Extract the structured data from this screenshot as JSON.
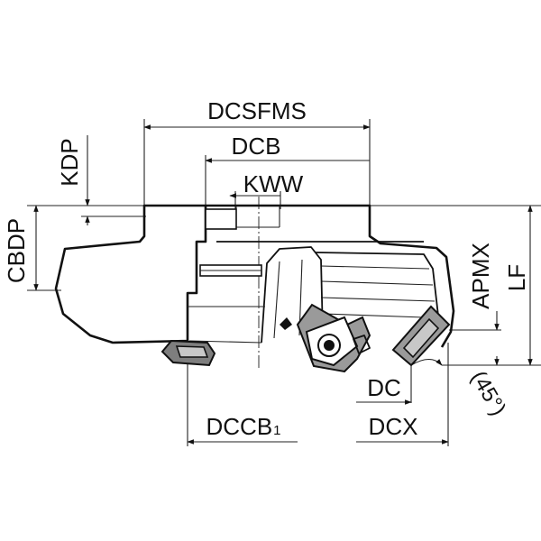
{
  "labels": {
    "dcsfms": "DCSFMS",
    "dcb": "DCB",
    "kww": "KWW",
    "kdp": "KDP",
    "cbdp": "CBDP",
    "apmx": "APMX",
    "lf": "LF",
    "dc": "DC",
    "dcx": "DCX",
    "dccb": "DCCB",
    "dccb_sub": "1",
    "angle": "(45°)"
  }
}
